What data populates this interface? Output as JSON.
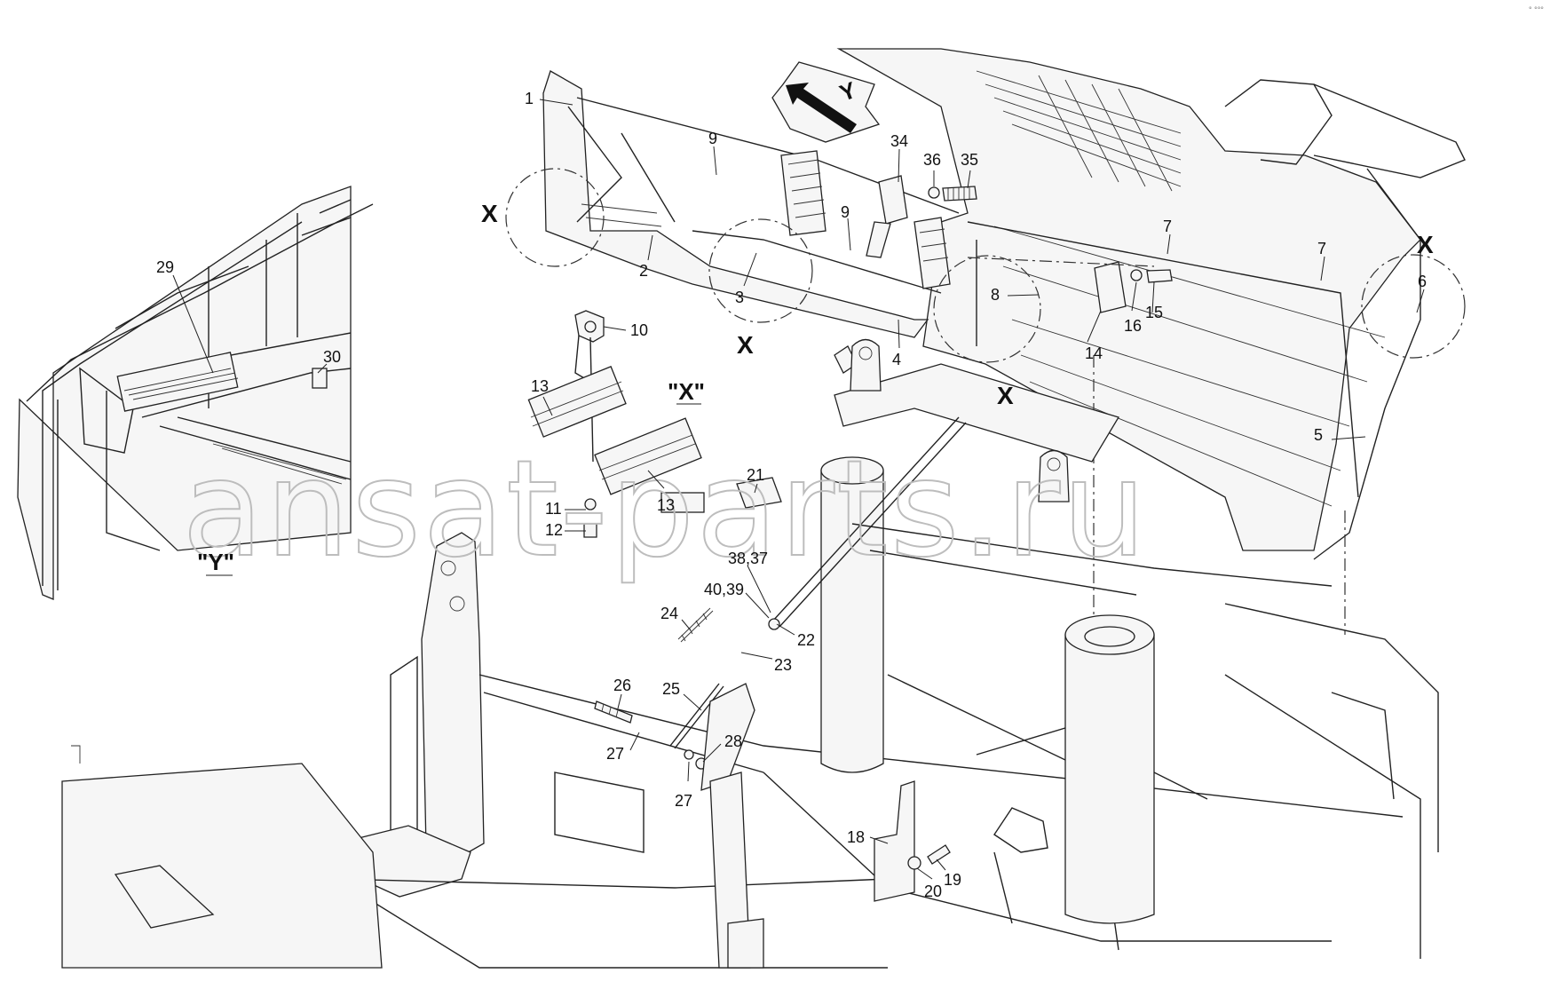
{
  "drawing": {
    "corner_mark": "° °°°",
    "watermark": "ansat-parts.ru",
    "detail_label": "X",
    "view_x_label": "\"X\"",
    "view_y_label": "\"Y\"",
    "arrow_label": "Y",
    "part_numbers": {
      "p1": "1",
      "p2": "2",
      "p3": "3",
      "p4": "4",
      "p5": "5",
      "p6": "6",
      "p7a": "7",
      "p7b": "7",
      "p8": "8",
      "p9a": "9",
      "p9b": "9",
      "p10": "10",
      "p11": "11",
      "p12": "12",
      "p13a": "13",
      "p13b": "13",
      "p14": "14",
      "p15": "15",
      "p16": "16",
      "p18": "18",
      "p19": "19",
      "p20": "20",
      "p21": "21",
      "p22": "22",
      "p23": "23",
      "p24": "24",
      "p25": "25",
      "p26": "26",
      "p27a": "27",
      "p27b": "27",
      "p28": "28",
      "p29": "29",
      "p30": "30",
      "p34": "34",
      "p35": "35",
      "p36": "36",
      "p3837": "38,37",
      "p4039": "40,39"
    }
  }
}
